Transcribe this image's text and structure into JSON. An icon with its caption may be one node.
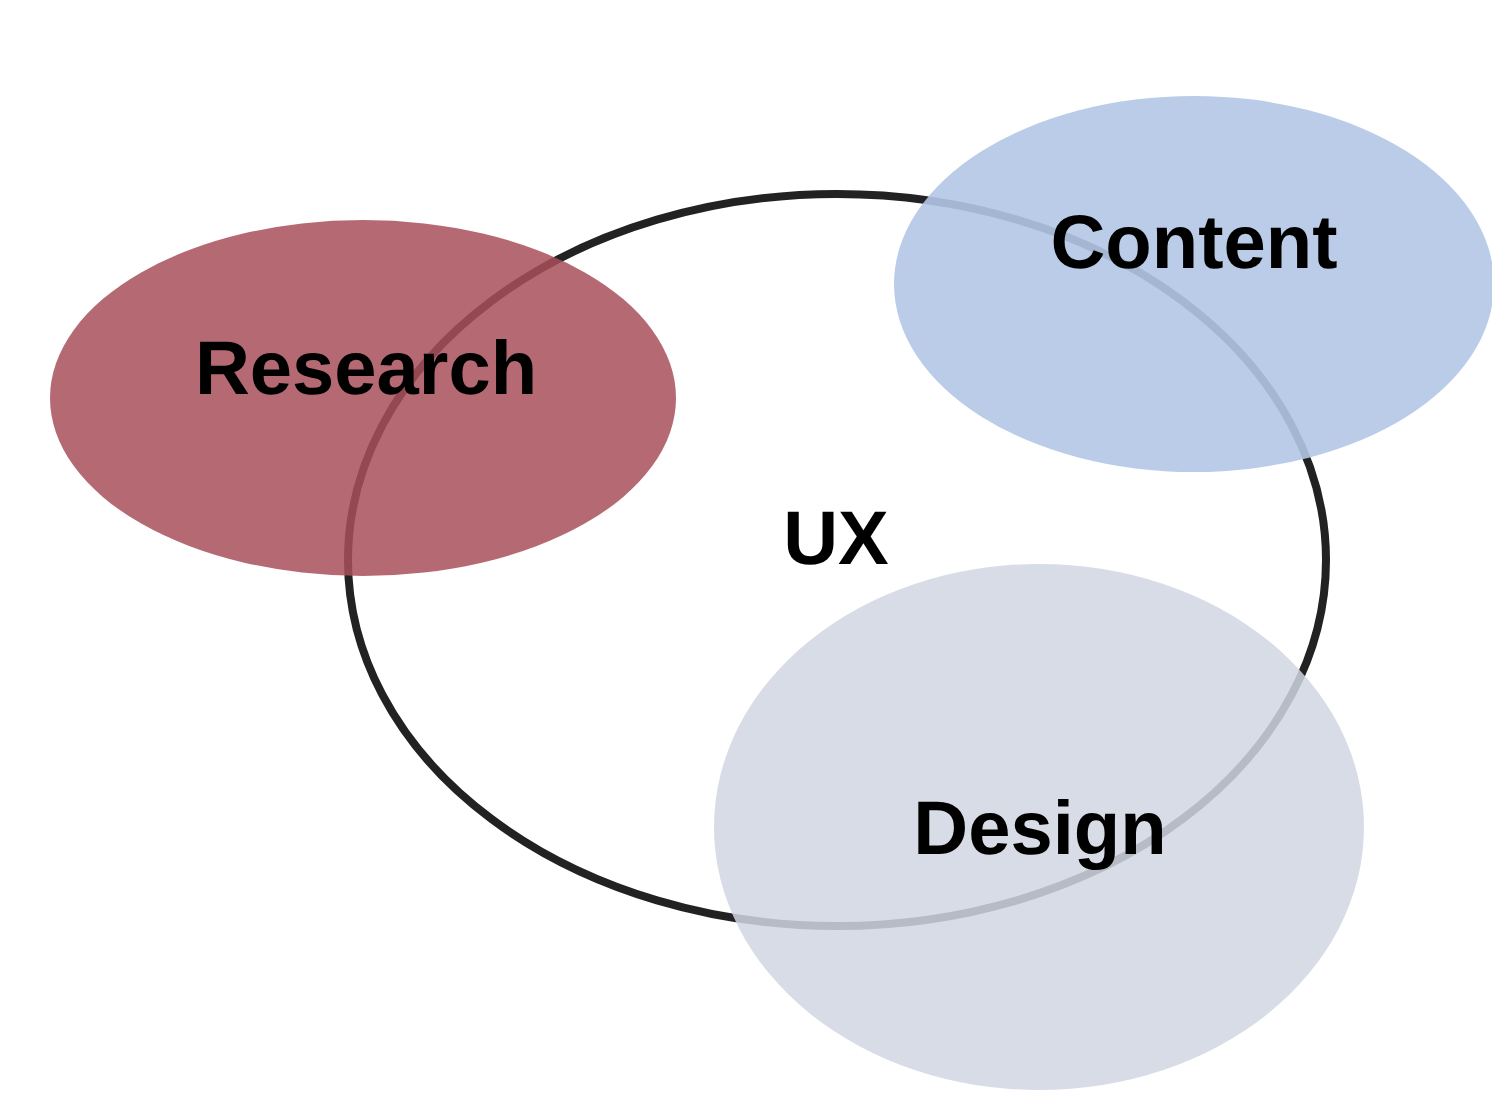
{
  "diagram": {
    "nodes": [
      {
        "text": [
          "UX"
        ]
      },
      {
        "text": [
          "Research"
        ]
      },
      {
        "text": [
          "Content"
        ]
      },
      {
        "text": [
          "Design"
        ]
      }
    ]
  }
}
